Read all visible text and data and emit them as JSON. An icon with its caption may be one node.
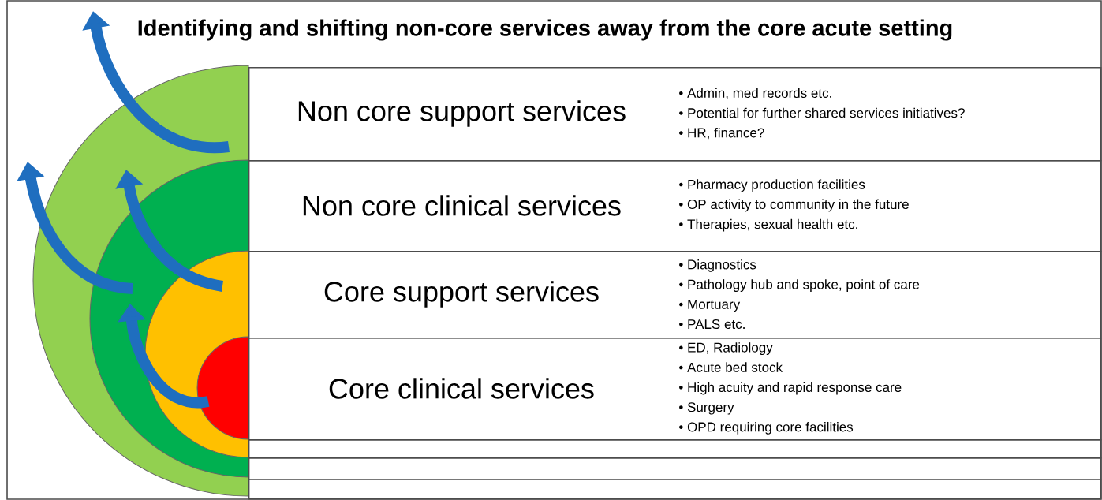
{
  "diagram": {
    "title": "Identifying and shifting non-core services away from the core acute setting",
    "nodes": [
      {
        "text": [],
        "shape": "circle"
      },
      {
        "text": [],
        "shape": "circle",
        "in": 0
      },
      {
        "text": [],
        "shape": "circle",
        "in": 1
      },
      {
        "text": [],
        "shape": "circle",
        "in": 2
      },
      {
        "text": [
          "Non core support services",
          "• Admin, med records etc.",
          "• Potential for further shared services initiatives?",
          "• HR, finance?"
        ]
      },
      {
        "text": [
          "Non core clinical services",
          "• Pharmacy production facilities",
          "• OP activity to community in the future",
          "• Therapies, sexual health etc."
        ]
      },
      {
        "text": [
          "Core support services",
          "• Diagnostics",
          "• Pathology hub and spoke, point of care",
          "•  Mortuary",
          "• PALS etc."
        ]
      },
      {
        "text": [
          "Core clinical services",
          "• ED, Radiology",
          "• Acute bed stock",
          "• High acuity and rapid response care",
          "• Surgery",
          "• OPD requiring core facilities"
        ]
      },
      {
        "text": [],
        "shape": "box"
      },
      {
        "text": [],
        "shape": "box"
      },
      {
        "text": [],
        "shape": "box"
      }
    ],
    "edges": [
      {
        "from": 0,
        "to": null,
        "arrow": "to"
      },
      {
        "from": 1,
        "to": null,
        "arrow": "to"
      },
      {
        "from": 2,
        "to": 0,
        "arrow": "to"
      },
      {
        "from": 3,
        "to": 1,
        "arrow": "to"
      }
    ]
  }
}
